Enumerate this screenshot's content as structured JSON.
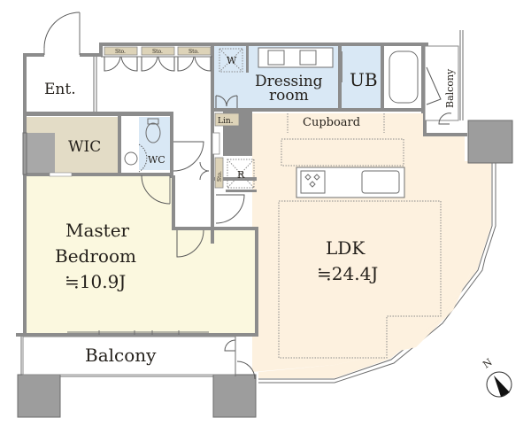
{
  "floorplan": {
    "colors": {
      "ldk": "#fdf1df",
      "bedroom": "#fbf8df",
      "wet": "#d9e8f5",
      "wic": "#e3dcc6",
      "storage": "#ddd3b8",
      "wall": "#8c8c8c",
      "pillar": "#9d9d9d",
      "background": "#ffffff"
    },
    "rooms": {
      "entrance": "Ent.",
      "wic": "WIC",
      "wc": "WC",
      "master_line1": "Master",
      "master_line2": "Bedroom",
      "master_area": "≒10.9J",
      "dressing_line1": "Dressing",
      "dressing_line2": "room",
      "ub": "UB",
      "balcony_side": "Balcony",
      "balcony_main": "Balcony",
      "linen": "Lin.",
      "cupboard": "Cupboard",
      "ldk": "LDK",
      "ldk_area": "≒24.4J",
      "washer": "W",
      "fridge": "R",
      "storage1": "Sto.",
      "storage2": "Sto.",
      "storage3": "Sto.",
      "storage4": "Sto."
    },
    "compass": {
      "label": "N"
    }
  }
}
